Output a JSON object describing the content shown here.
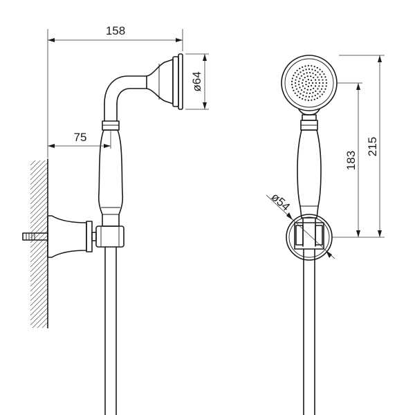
{
  "dimensions": {
    "overall_width": "158",
    "head_diameter": "ø64",
    "wall_offset": "75",
    "bracket_diameter": "ø54",
    "bracket_height": "183",
    "overall_height": "215"
  }
}
